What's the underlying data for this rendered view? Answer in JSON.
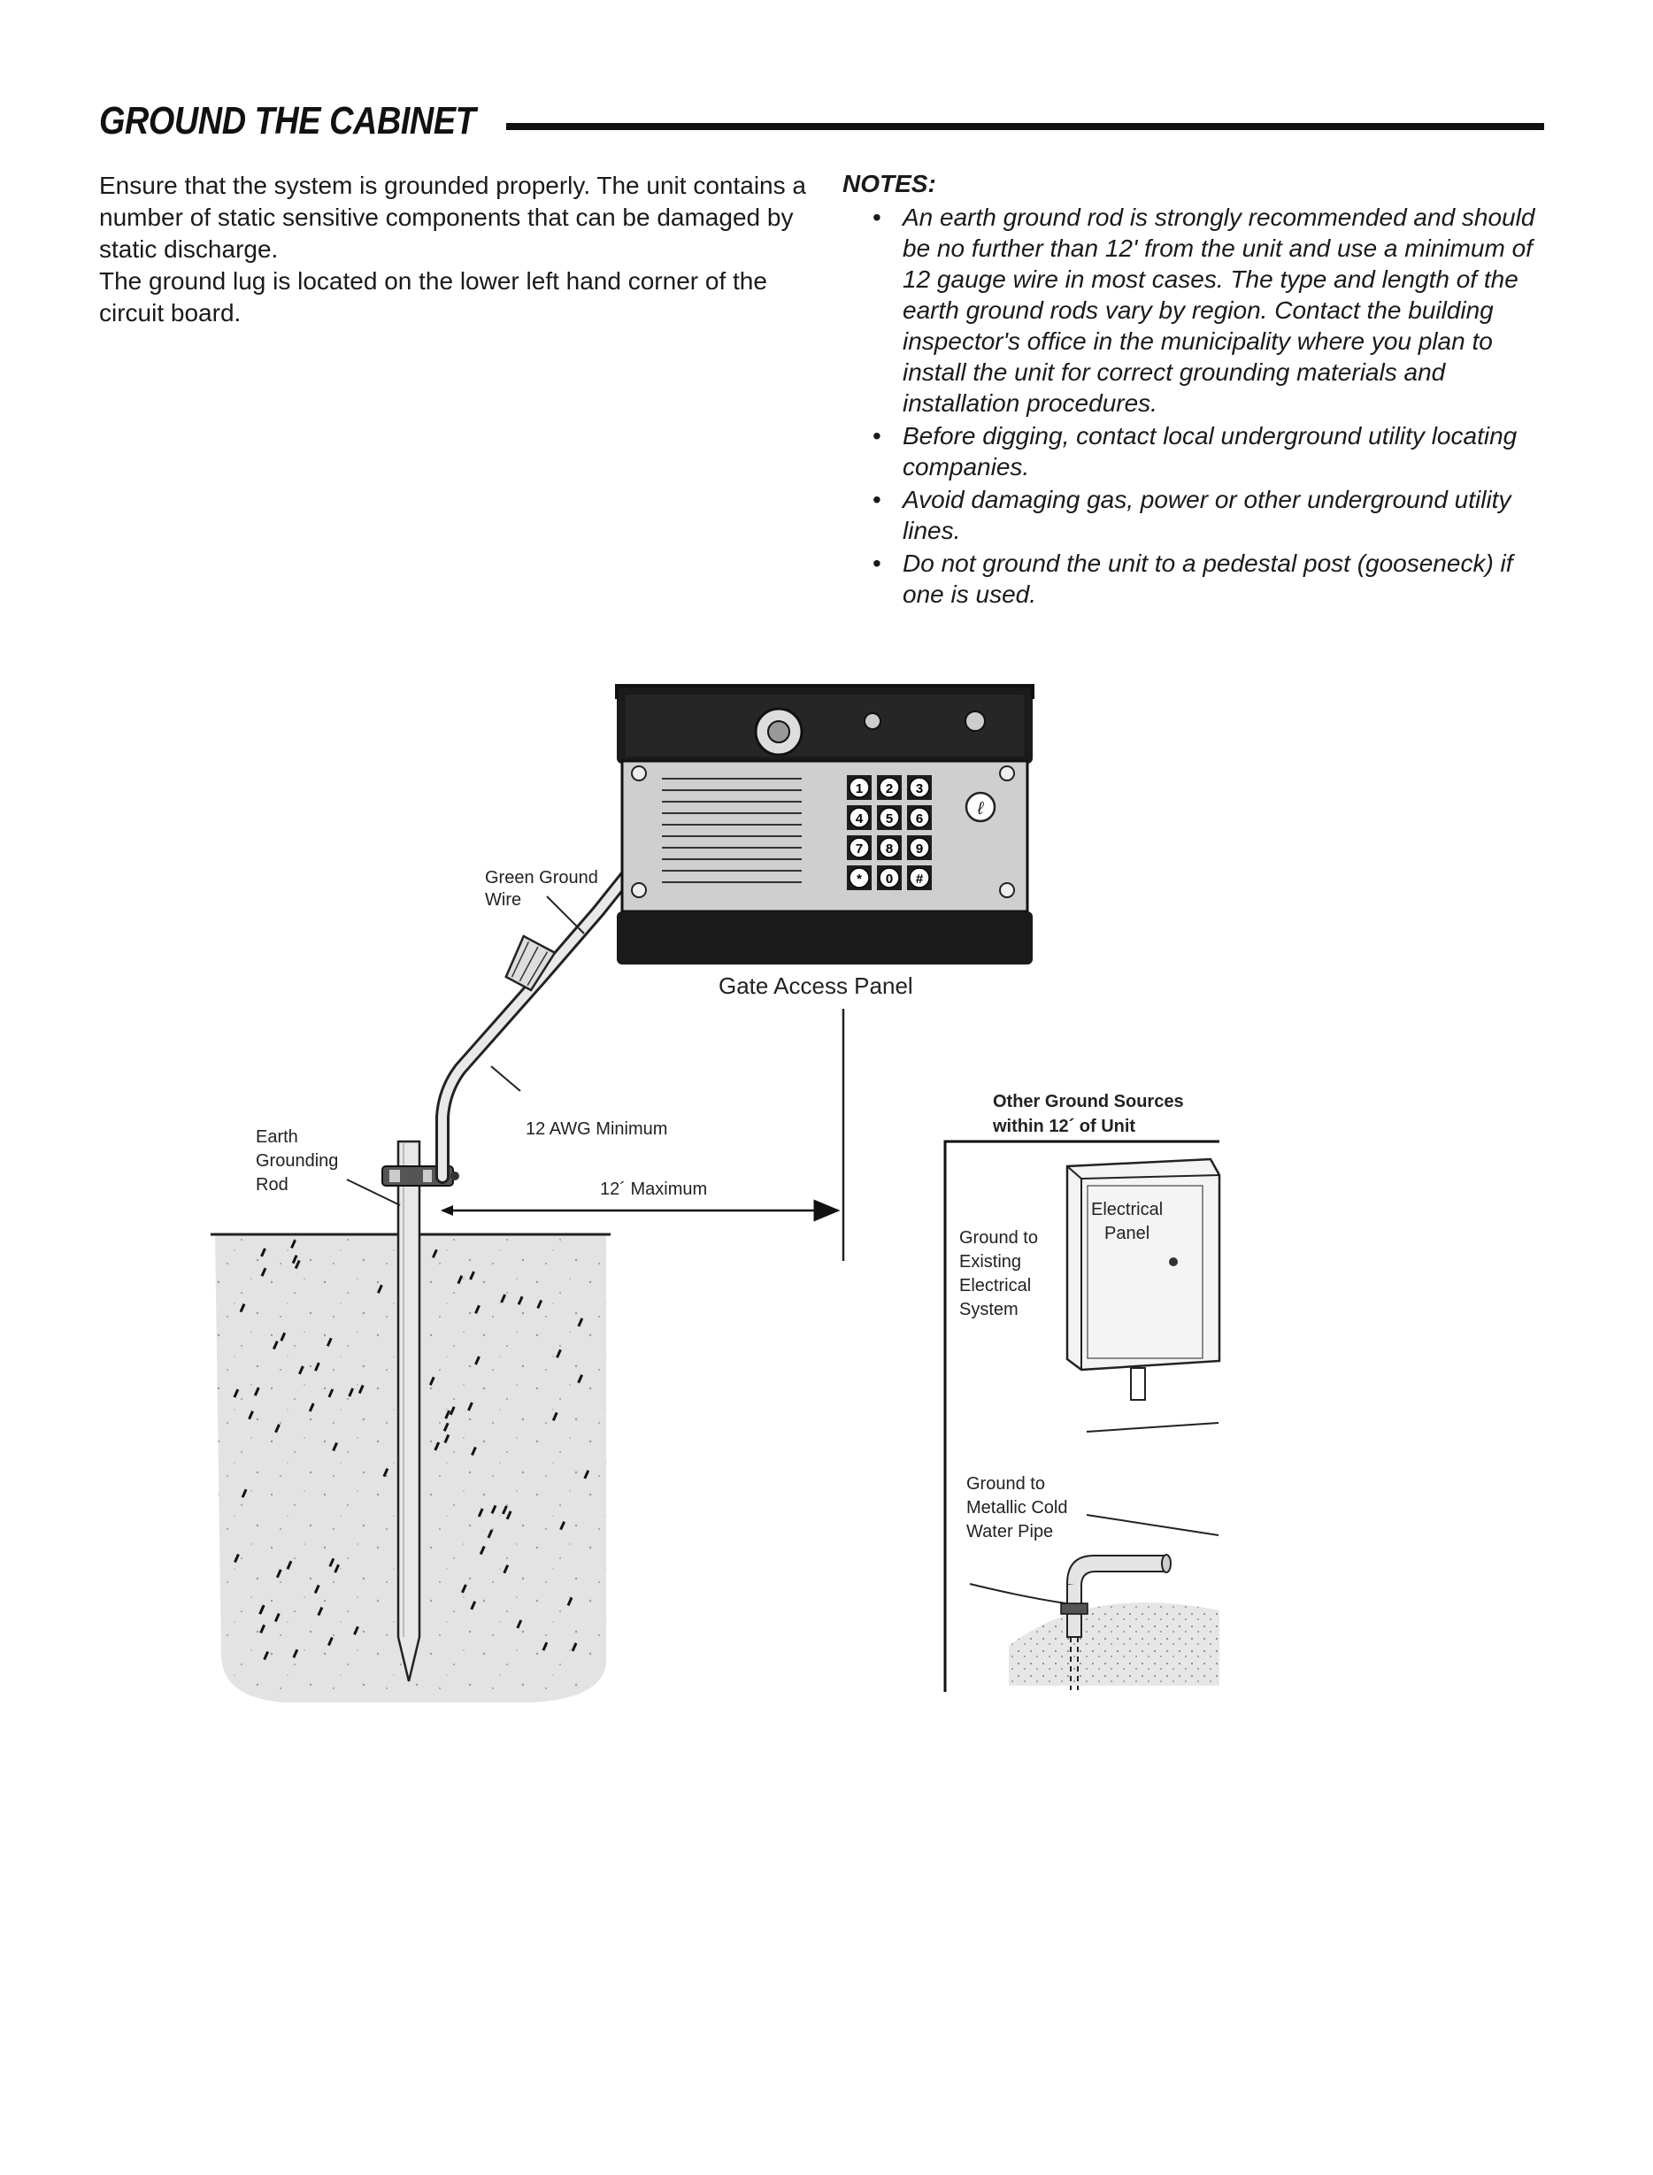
{
  "heading": "GROUND THE CABINET",
  "intro": [
    "Ensure that the system is grounded properly. The unit contains a number of static sensitive components that can be damaged by static discharge.",
    "The ground lug is located on the lower left hand corner of the circuit board."
  ],
  "notes": {
    "title": "NOTES:",
    "items": [
      "An earth ground rod is strongly recommended and should be no further than 12' from the unit and use a minimum of 12 gauge wire in most cases. The type and length of the earth ground rods vary by region. Contact the building inspector's office in the municipality where you plan to install the unit for correct grounding materials and installation procedures.",
      "Before digging, contact local underground utility locating companies.",
      "Avoid damaging gas, power or other underground utility lines.",
      "Do not ground the unit to a pedestal post (gooseneck) if one is used."
    ]
  },
  "figure": {
    "keypad": [
      "1",
      "2",
      "3",
      "4",
      "5",
      "6",
      "7",
      "8",
      "9",
      "*",
      "0",
      "#"
    ],
    "labels": {
      "green_ground_wire": [
        "Green Ground",
        "Wire"
      ],
      "gate_access_panel": "Gate Access Panel",
      "awg": "12 AWG Minimum",
      "earth_rod": [
        "Earth",
        "Grounding",
        "Rod"
      ],
      "maximum": "12´ Maximum",
      "other_sources": [
        "Other Ground Sources",
        "within 12´ of Unit"
      ],
      "electrical_panel": [
        "Electrical",
        "Panel"
      ],
      "ground_existing": [
        "Ground to",
        "Existing",
        "Electrical",
        "System"
      ],
      "ground_pipe": [
        "Ground to",
        "Metallic Cold",
        "Water Pipe"
      ]
    }
  }
}
